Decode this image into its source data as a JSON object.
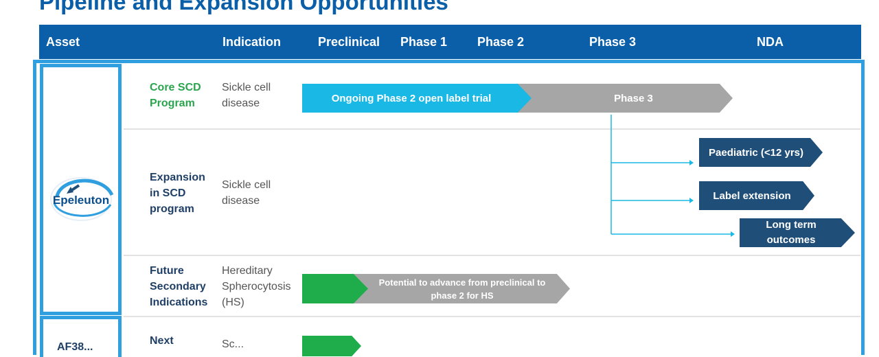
{
  "title": "Pipeline and Expansion Opportunities",
  "header": {
    "asset": "Asset",
    "indication": "Indication",
    "preclinical": "Preclinical",
    "phase1": "Phase 1",
    "phase2": "Phase 2",
    "phase3": "Phase 3",
    "nda": "NDA"
  },
  "logo": {
    "text": "Epeleuton"
  },
  "rows": [
    {
      "program": [
        "Core SCD",
        "Program"
      ],
      "indication": [
        "Sickle cell",
        "disease"
      ],
      "bars": [
        "Ongoing Phase 2 open label trial",
        "Phase 3"
      ]
    },
    {
      "program": [
        "Expansion",
        "in SCD",
        "program"
      ],
      "indication": [
        "Sickle cell",
        "disease"
      ],
      "branches": [
        "Paediatric (<12 yrs)",
        "Label extension",
        "Long term outcomes"
      ]
    },
    {
      "program": [
        "Future",
        "Secondary",
        "Indications"
      ],
      "indication": [
        "Hereditary",
        "Spherocytosis",
        "(HS)"
      ],
      "bars": [
        "Potential to advance from preclinical to phase 2 for HS"
      ]
    },
    {
      "program": [
        "Next"
      ],
      "indication": [
        "Sc..."
      ],
      "asset_label": "AF38..."
    }
  ],
  "colors": {
    "header_blue": "#0a5fa8",
    "frame_blue": "#2f9fe0",
    "cyan": "#1ab8e4",
    "grey": "#a6a6a6",
    "green": "#1fad4b",
    "navy": "#1f4e79"
  }
}
